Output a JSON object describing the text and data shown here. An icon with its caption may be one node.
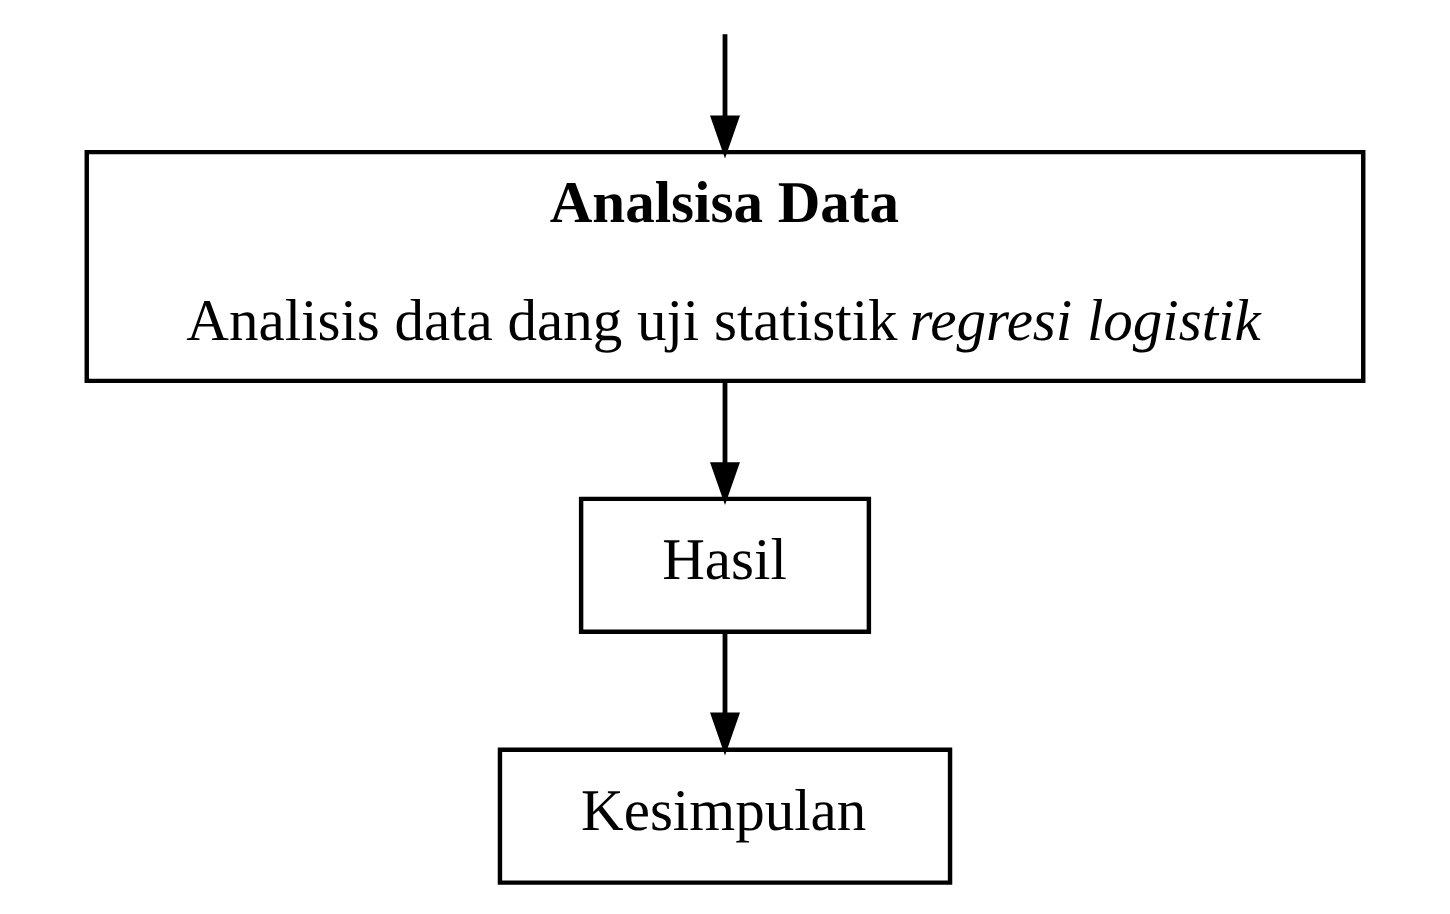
{
  "diagram": {
    "nodes": [
      {
        "text": [
          "Analsisa Data",
          "Analisis data dang uji statistik *regresi logistik*"
        ]
      },
      {
        "text": [
          "Hasil"
        ]
      },
      {
        "text": [
          "Kesimpulan"
        ]
      }
    ],
    "edges": [
      {
        "from": null,
        "to": 0,
        "arrow": "to"
      },
      {
        "from": 0,
        "to": 1,
        "arrow": "to"
      },
      {
        "from": 1,
        "to": 2,
        "arrow": "to"
      }
    ]
  }
}
